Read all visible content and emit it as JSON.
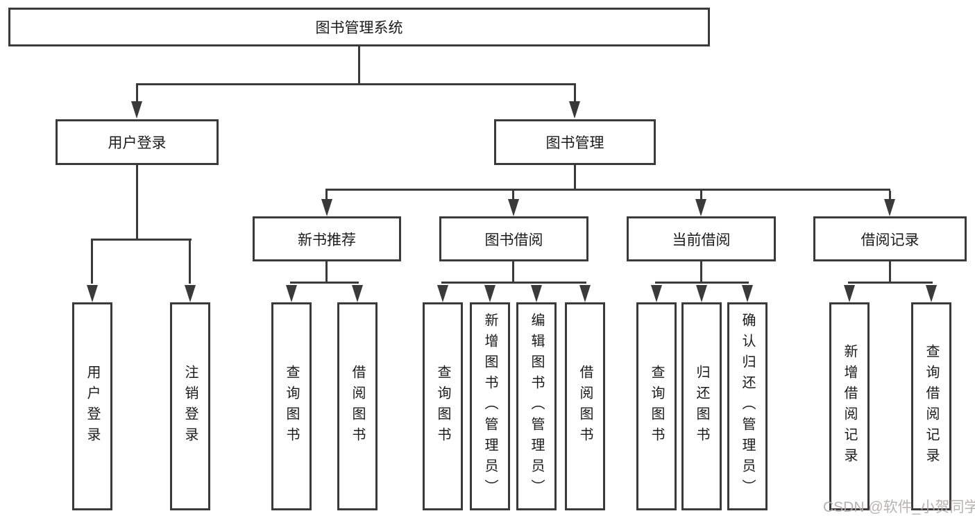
{
  "tree": {
    "root": {
      "label": "图书管理系统"
    },
    "level2": [
      {
        "label": "用户登录",
        "parent": "图书管理系统"
      },
      {
        "label": "图书管理",
        "parent": "图书管理系统"
      }
    ],
    "level3": [
      {
        "label": "新书推荐",
        "parent": "图书管理"
      },
      {
        "label": "图书借阅",
        "parent": "图书管理"
      },
      {
        "label": "当前借阅",
        "parent": "图书管理"
      },
      {
        "label": "借阅记录",
        "parent": "图书管理"
      }
    ],
    "leaves": [
      {
        "label": "用户登录",
        "parent": "用户登录"
      },
      {
        "label": "注销登录",
        "parent": "用户登录"
      },
      {
        "label": "查询图书",
        "parent": "新书推荐"
      },
      {
        "label": "借阅图书",
        "parent": "新书推荐"
      },
      {
        "label": "查询图书",
        "parent": "图书借阅"
      },
      {
        "label": "新增图书（管理员）",
        "parent": "图书借阅"
      },
      {
        "label": "编辑图书（管理员）",
        "parent": "图书借阅"
      },
      {
        "label": "借阅图书",
        "parent": "图书借阅"
      },
      {
        "label": "查询图书",
        "parent": "当前借阅"
      },
      {
        "label": "归还图书",
        "parent": "当前借阅"
      },
      {
        "label": "确认归还（管理员）",
        "parent": "当前借阅"
      },
      {
        "label": "新增借阅记录",
        "parent": "借阅记录"
      },
      {
        "label": "查询借阅记录",
        "parent": "借阅记录"
      }
    ]
  },
  "watermark": {
    "text": "CSDN @软件_小贺同学"
  },
  "colors": {
    "line": "#3a3a3a",
    "box_border": "#3a3a3a",
    "box_bg": "#ffffff",
    "text": "#1b1b1b",
    "watermark": "#b2acac"
  }
}
